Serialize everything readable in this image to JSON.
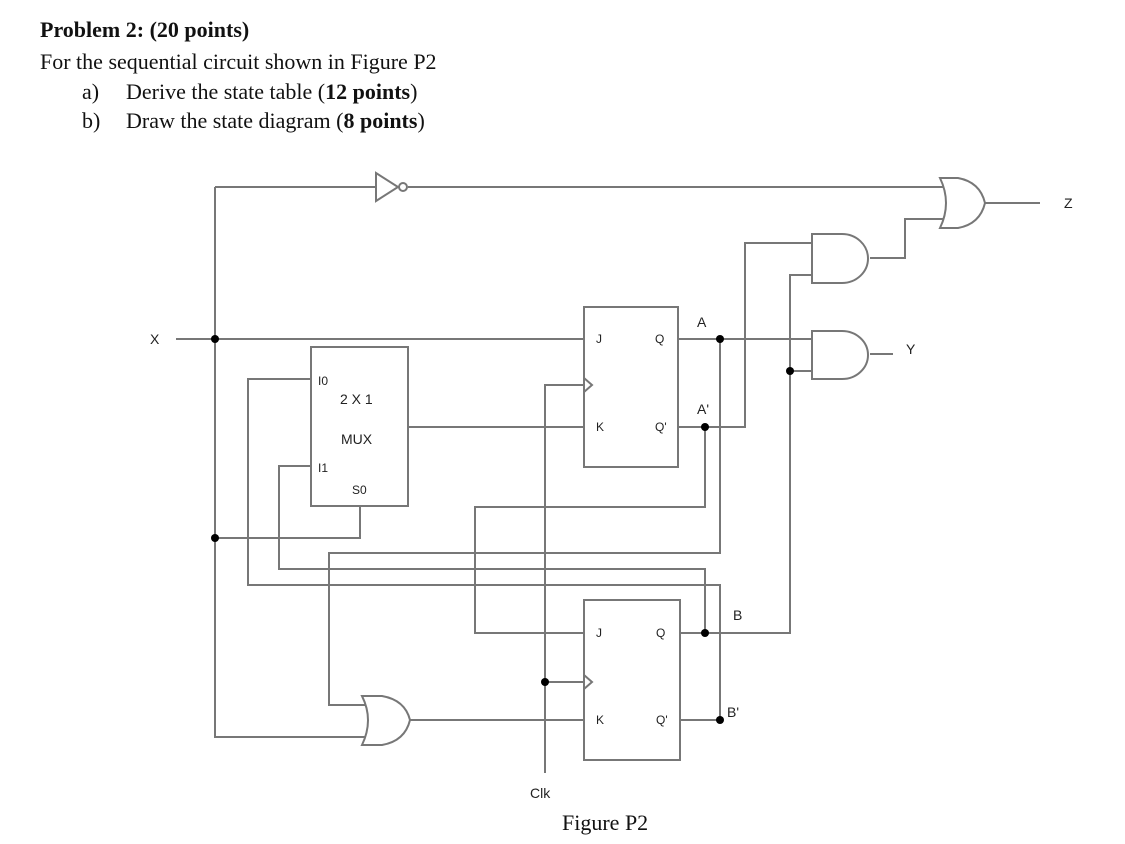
{
  "problem": {
    "title": "Problem 2:",
    "points": "(20 points)",
    "intro": "For the sequential circuit shown in Figure P2",
    "parts": [
      {
        "label": "a)",
        "text": "Derive the state table (",
        "points": "12 points",
        "close": ")"
      },
      {
        "label": "b)",
        "text": "Draw the state diagram (",
        "points": "8 points",
        "close": ")"
      }
    ]
  },
  "circuit": {
    "input_x": "X",
    "output_y": "Y",
    "output_z": "Z",
    "clock": "Clk",
    "mux": {
      "title": "2 X 1",
      "subtitle": "MUX",
      "i0": "I0",
      "i1": "I1",
      "s0": "S0"
    },
    "ff_a": {
      "j": "J",
      "k": "K",
      "q": "Q",
      "qn": "Q'",
      "out": "A",
      "out_n": "A'"
    },
    "ff_b": {
      "j": "J",
      "k": "K",
      "q": "Q",
      "qn": "Q'",
      "out": "B",
      "out_n": "B'"
    },
    "caption": "Figure P2"
  }
}
